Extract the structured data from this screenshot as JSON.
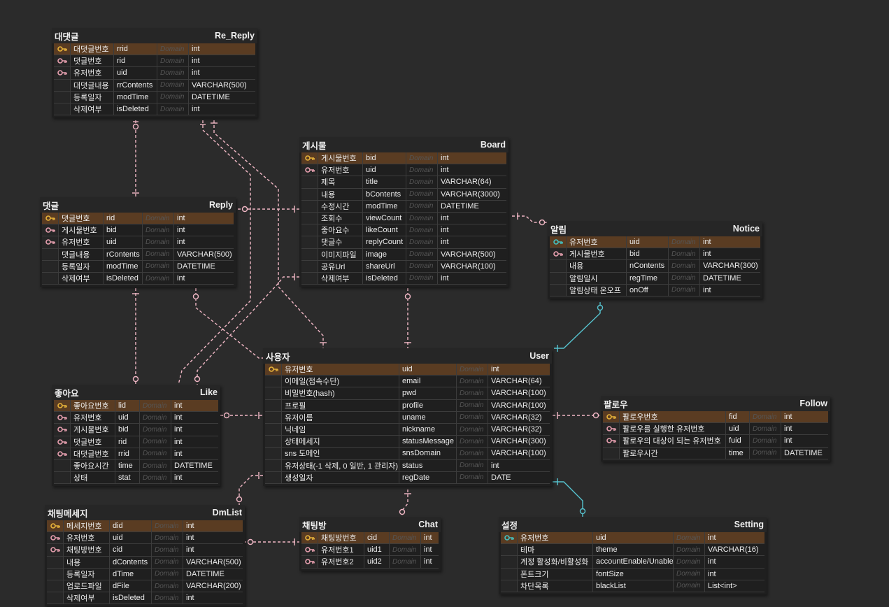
{
  "colors": {
    "background": "#2b2b2b",
    "relation_pink": "#f2b8c6",
    "relation_teal": "#56c3cf",
    "pk_row": "#5a3c22",
    "pk_key": "#e8b33a",
    "fk_key": "#e8a0b0",
    "teal_key": "#44c2c2"
  },
  "domain_placeholder": "Domain",
  "entities": [
    {
      "id": "re_reply",
      "korean": "대댓글",
      "english": "Re_Reply",
      "rows": [
        {
          "key": "pk",
          "kname": "대댓글번호",
          "col": "rrid",
          "type": "int"
        },
        {
          "key": "fk",
          "kname": "댓글번호",
          "col": "rid",
          "type": "int"
        },
        {
          "key": "fk",
          "kname": "유저번호",
          "col": "uid",
          "type": "int"
        },
        {
          "key": "",
          "kname": "대댓글내용",
          "col": "rrContents",
          "type": "VARCHAR(500)"
        },
        {
          "key": "",
          "kname": "등록일자",
          "col": "modTime",
          "type": "DATETIME"
        },
        {
          "key": "",
          "kname": "삭제여부",
          "col": "isDeleted",
          "type": "int"
        }
      ]
    },
    {
      "id": "board",
      "korean": "게시물",
      "english": "Board",
      "rows": [
        {
          "key": "pk",
          "kname": "게시물번호",
          "col": "bid",
          "type": "int"
        },
        {
          "key": "fk",
          "kname": "유저번호",
          "col": "uid",
          "type": "int"
        },
        {
          "key": "",
          "kname": "제목",
          "col": "title",
          "type": "VARCHAR(64)"
        },
        {
          "key": "",
          "kname": "내용",
          "col": "bContents",
          "type": "VARCHAR(3000)"
        },
        {
          "key": "",
          "kname": "수정시간",
          "col": "modTime",
          "type": "DATETIME"
        },
        {
          "key": "",
          "kname": "조회수",
          "col": "viewCount",
          "type": "int"
        },
        {
          "key": "",
          "kname": "좋아요수",
          "col": "likeCount",
          "type": "int"
        },
        {
          "key": "",
          "kname": "댓글수",
          "col": "replyCount",
          "type": "int"
        },
        {
          "key": "",
          "kname": "이미지파일",
          "col": "image",
          "type": "VARCHAR(500)"
        },
        {
          "key": "",
          "kname": "공유Url",
          "col": "shareUrl",
          "type": "VARCHAR(100)"
        },
        {
          "key": "",
          "kname": "삭제여부",
          "col": "isDeleted",
          "type": "int"
        }
      ]
    },
    {
      "id": "reply",
      "korean": "댓글",
      "english": "Reply",
      "rows": [
        {
          "key": "pk",
          "kname": "댓글번호",
          "col": "rid",
          "type": "int"
        },
        {
          "key": "fk",
          "kname": "게시물번호",
          "col": "bid",
          "type": "int"
        },
        {
          "key": "fk",
          "kname": "유저번호",
          "col": "uid",
          "type": "int"
        },
        {
          "key": "",
          "kname": "댓글내용",
          "col": "rContents",
          "type": "VARCHAR(500)"
        },
        {
          "key": "",
          "kname": "등록일자",
          "col": "modTime",
          "type": "DATETIME"
        },
        {
          "key": "",
          "kname": "삭제여부",
          "col": "isDeleted",
          "type": "int"
        }
      ]
    },
    {
      "id": "notice",
      "korean": "알림",
      "english": "Notice",
      "rows": [
        {
          "key": "teal",
          "kname": "유저번호",
          "col": "uid",
          "type": "int"
        },
        {
          "key": "fk",
          "kname": "게시물번호",
          "col": "bid",
          "type": "int"
        },
        {
          "key": "",
          "kname": "내용",
          "col": "nContents",
          "type": "VARCHAR(300)"
        },
        {
          "key": "",
          "kname": "알림일시",
          "col": "regTime",
          "type": "DATETIME"
        },
        {
          "key": "",
          "kname": "알림상태 온오프",
          "col": "onOff",
          "type": "int"
        }
      ]
    },
    {
      "id": "user",
      "korean": "사용자",
      "english": "User",
      "rows": [
        {
          "key": "pk",
          "kname": "유저번호",
          "col": "uid",
          "type": "int"
        },
        {
          "key": "",
          "kname": "이메일(접속수단)",
          "col": "email",
          "type": "VARCHAR(64)"
        },
        {
          "key": "",
          "kname": "비밀번호(hash)",
          "col": "pwd",
          "type": "VARCHAR(100)"
        },
        {
          "key": "",
          "kname": "프로필",
          "col": "profile",
          "type": "VARCHAR(100)"
        },
        {
          "key": "",
          "kname": "유저이름",
          "col": "uname",
          "type": "VARCHAR(32)"
        },
        {
          "key": "",
          "kname": "닉네임",
          "col": "nickname",
          "type": "VARCHAR(32)"
        },
        {
          "key": "",
          "kname": "상태메세지",
          "col": "statusMessage",
          "type": "VARCHAR(300)"
        },
        {
          "key": "",
          "kname": "sns 도메인",
          "col": "snsDomain",
          "type": "VARCHAR(100)"
        },
        {
          "key": "",
          "kname": "유저상태(-1 삭제, 0 일반, 1 관리자)",
          "col": "status",
          "type": "int"
        },
        {
          "key": "",
          "kname": "생성일자",
          "col": "regDate",
          "type": "DATE"
        }
      ]
    },
    {
      "id": "like",
      "korean": "좋아요",
      "english": "Like",
      "rows": [
        {
          "key": "pk",
          "kname": "좋아요번호",
          "col": "lid",
          "type": "int"
        },
        {
          "key": "fk",
          "kname": "유저번호",
          "col": "uid",
          "type": "int"
        },
        {
          "key": "fk",
          "kname": "게시물번호",
          "col": "bid",
          "type": "int"
        },
        {
          "key": "fk",
          "kname": "댓글번호",
          "col": "rid",
          "type": "int"
        },
        {
          "key": "fk",
          "kname": "대댓글번호",
          "col": "rrid",
          "type": "int"
        },
        {
          "key": "",
          "kname": "좋아요시간",
          "col": "time",
          "type": "DATETIME"
        },
        {
          "key": "",
          "kname": "상태",
          "col": "stat",
          "type": "int"
        }
      ]
    },
    {
      "id": "follow",
      "korean": "팔로우",
      "english": "Follow",
      "rows": [
        {
          "key": "pk",
          "kname": "팔로우번호",
          "col": "fid",
          "type": "int"
        },
        {
          "key": "fk",
          "kname": "팔로우를 실행한 유저번호",
          "col": "uid",
          "type": "int"
        },
        {
          "key": "fk",
          "kname": "팔로우의 대상이 되는 유저번호",
          "col": "fuid",
          "type": "int"
        },
        {
          "key": "",
          "kname": "팔로우시간",
          "col": "time",
          "type": "DATETIME"
        }
      ]
    },
    {
      "id": "dmlist",
      "korean": "채팅메세지",
      "english": "DmList",
      "rows": [
        {
          "key": "pk",
          "kname": "메세지번호",
          "col": "did",
          "type": "int"
        },
        {
          "key": "fk",
          "kname": "유저번호",
          "col": "uid",
          "type": "int"
        },
        {
          "key": "fk",
          "kname": "채팅방번호",
          "col": "cid",
          "type": "int"
        },
        {
          "key": "",
          "kname": "내용",
          "col": "dContents",
          "type": "VARCHAR(500)"
        },
        {
          "key": "",
          "kname": "등록일자",
          "col": "dTime",
          "type": "DATETIME"
        },
        {
          "key": "",
          "kname": "업로드파일",
          "col": "dFile",
          "type": "VARCHAR(200)"
        },
        {
          "key": "",
          "kname": "삭제여부",
          "col": "isDeleted",
          "type": "int"
        }
      ]
    },
    {
      "id": "chat",
      "korean": "채팅방",
      "english": "Chat",
      "rows": [
        {
          "key": "pk",
          "kname": "채팅방번호",
          "col": "cid",
          "type": "int"
        },
        {
          "key": "fk",
          "kname": "유저번호1",
          "col": "uid1",
          "type": "int"
        },
        {
          "key": "fk",
          "kname": "유저번호2",
          "col": "uid2",
          "type": "int"
        }
      ]
    },
    {
      "id": "setting",
      "korean": "설정",
      "english": "Setting",
      "rows": [
        {
          "key": "teal",
          "kname": "유저번호",
          "col": "uid",
          "type": "int"
        },
        {
          "key": "",
          "kname": "테마",
          "col": "theme",
          "type": "VARCHAR(16)"
        },
        {
          "key": "",
          "kname": "계정 활성화/비활성화",
          "col": "accountEnable/Unable",
          "type": "int"
        },
        {
          "key": "",
          "kname": "폰트크기",
          "col": "fontSize",
          "type": "int"
        },
        {
          "key": "",
          "kname": "차단목록",
          "col": "blackList",
          "type": "List<int>"
        }
      ]
    }
  ]
}
